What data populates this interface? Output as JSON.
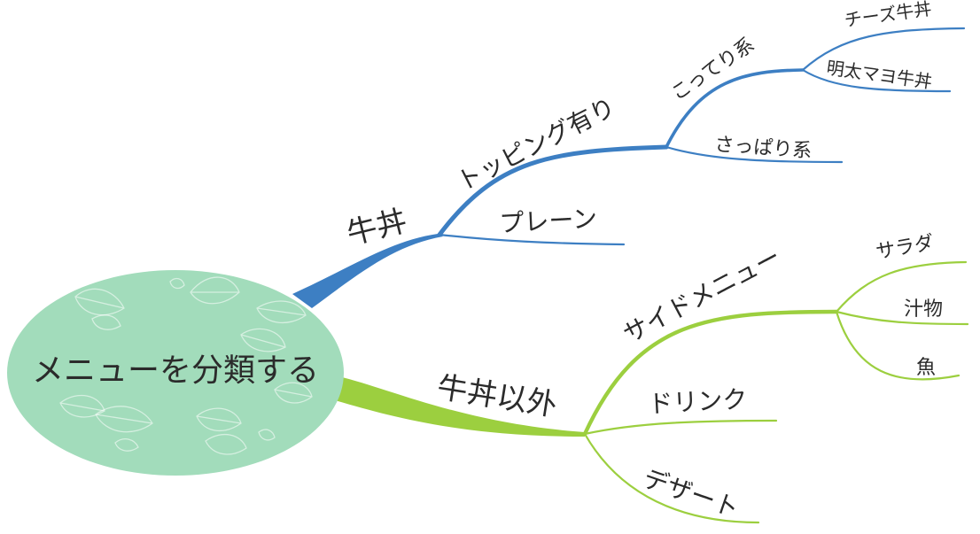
{
  "colors": {
    "center_fill": "#a2dcbb",
    "blue_branch": "#3d7fc3",
    "green_branch": "#9ccf3f",
    "text": "#2b2b2b"
  },
  "center": {
    "label": "メニューを分類する",
    "icon": "leaf-pattern"
  },
  "branches": {
    "gyudon": {
      "label": "牛丼",
      "topping": {
        "label": "トッピング有り",
        "kotteri": {
          "label": "こってり系",
          "items": [
            "チーズ牛丼",
            "明太マヨ牛丼"
          ]
        },
        "sappari": {
          "label": "さっぱり系"
        }
      },
      "plain": {
        "label": "プレーン"
      }
    },
    "other": {
      "label": "牛丼以外",
      "side": {
        "label": "サイドメニュー",
        "items": [
          "サラダ",
          "汁物",
          "魚"
        ]
      },
      "drink": {
        "label": "ドリンク"
      },
      "dessert": {
        "label": "デザート"
      }
    }
  }
}
